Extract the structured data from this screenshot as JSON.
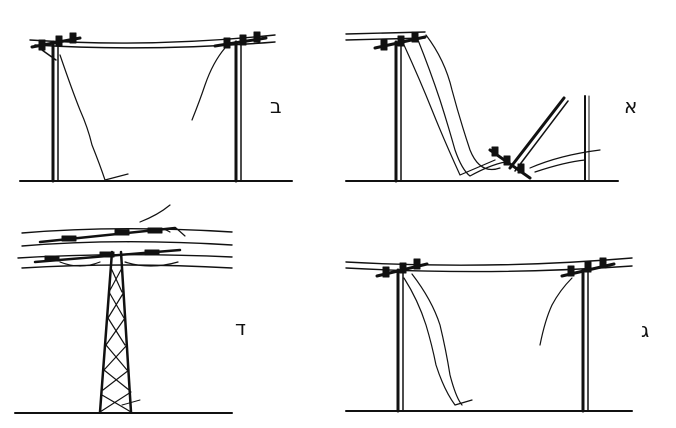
{
  "panels": {
    "a": {
      "label": "א"
    },
    "b": {
      "label": "ב"
    },
    "c": {
      "label": "ג"
    },
    "d": {
      "label": "ד"
    }
  },
  "colors": {
    "ink": "#111111",
    "background": "#ffffff"
  }
}
